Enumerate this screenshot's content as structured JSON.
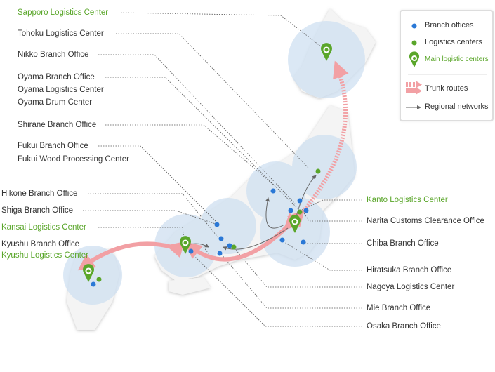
{
  "colors": {
    "branch": "#2a78d6",
    "logistics": "#5aa62a",
    "main": "#5aa62a",
    "trunk": "#f2a0a4",
    "regional": "#666666",
    "region_circle": "#cfe0f1"
  },
  "legend": {
    "branch_offices": "Branch offices",
    "logistics_centers": "Logistics centers",
    "main_logistic_centers": "Main logistic centers",
    "trunk_routes": "Trunk routes",
    "regional_networks": "Regional networks"
  },
  "labels_left": [
    {
      "text": "Sapporo Logistics Center",
      "main": true
    },
    {
      "text": "Tohoku Logistics Center",
      "main": false
    },
    {
      "text": "Nikko Branch Office",
      "main": false
    },
    {
      "text": "Oyama Branch Office",
      "main": false
    },
    {
      "text": "Oyama Logistics Center",
      "main": false
    },
    {
      "text": "Oyama Drum Center",
      "main": false
    },
    {
      "text": "Shirane Branch Office",
      "main": false
    },
    {
      "text": "Fukui Branch Office",
      "main": false
    },
    {
      "text": "Fukui Wood Processing Center",
      "main": false
    },
    {
      "text": "Hikone Branch Office",
      "main": false
    },
    {
      "text": "Shiga Branch Office",
      "main": false
    },
    {
      "text": "Kansai Logistics Center",
      "main": true
    },
    {
      "text": "Kyushu Branch Office",
      "main": false
    },
    {
      "text": "Kyushu Logistics Center",
      "main": true
    }
  ],
  "labels_right": [
    {
      "text": "Kanto Logistics Center",
      "main": true
    },
    {
      "text": "Narita Customs Clearance Office",
      "main": false
    },
    {
      "text": "Chiba Branch Office",
      "main": false
    },
    {
      "text": "Hiratsuka Branch Office",
      "main": false
    },
    {
      "text": "Nagoya Logistics Center",
      "main": false
    },
    {
      "text": "Mie Branch Office",
      "main": false
    },
    {
      "text": "Osaka Branch Office",
      "main": false
    }
  ]
}
